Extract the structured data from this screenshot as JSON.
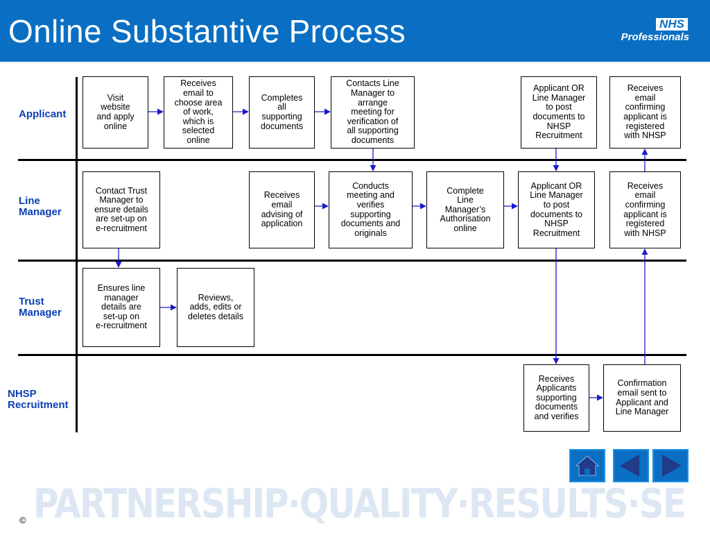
{
  "title": "Online Substantive Process",
  "logo": {
    "badge": "NHS",
    "text": "Professionals"
  },
  "lanes": {
    "applicant": "Applicant",
    "line_manager": "Line\nManager",
    "trust_manager": "Trust\nManager",
    "nhsp": "NHSP\nRecruitment"
  },
  "boxes": {
    "a1": "Visit\nwebsite\nand apply\nonline",
    "a2": "Receives\nemail to\nchoose area\nof work,\nwhich is\nselected\nonline",
    "a3": "Completes\nall\nsupporting\ndocuments",
    "a4": "Contacts Line\nManager to\narrange\nmeeting for\nverification of\nall supporting\ndocuments",
    "a5": "Applicant OR\nLine Manager\nto post\ndocuments to\nNHSP\nRecruitment",
    "a6": "Receives\nemail\nconfirming\napplicant is\nregistered\nwith NHSP",
    "l1": "Contact Trust\nManager to\nensure details\nare set-up on\ne-recruitment",
    "l2": "Receives\nemail\nadvising of\napplication",
    "l3": "Conducts\nmeeting and\nverifies\nsupporting\ndocuments and\noriginals",
    "l4": "Complete\nLine\nManager’s\nAuthorisation\nonline",
    "l5": "Applicant OR\nLine Manager\nto post\ndocuments to\nNHSP\nRecruitment",
    "l6": "Receives\nemail\nconfirming\napplicant is\nregistered\nwith NHSP",
    "t1": "Ensures line\nmanager\ndetails are\nset-up on\ne-recruitment",
    "t2": "Reviews,\nadds, edits or\ndeletes details",
    "n1": "Receives\nApplicants\nsupporting\ndocuments\nand verifies",
    "n2": "Confirmation\nemail sent to\nApplicant and\nLine Manager"
  },
  "nav": {
    "home_icon": "home-icon",
    "back_icon": "triangle-left-icon",
    "forward_icon": "triangle-right-icon"
  },
  "footer": {
    "watermark": "PARTNERSHIP·QUALITY·RESULTS·SERVICE",
    "copyright": "©"
  },
  "colors": {
    "header": "#0a6fc2",
    "lane_label": "#0b3fb5",
    "arrow": "#1a1acc",
    "watermark": "#dde7f3"
  }
}
